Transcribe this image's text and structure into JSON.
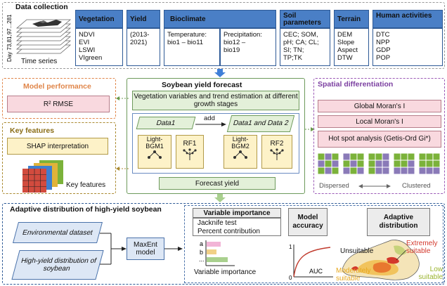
{
  "data_collection": {
    "title": "Data collection",
    "time_series_label": "Time series",
    "day_axis_label": "Day 73,81,97...281",
    "groups": [
      {
        "header": "Vegetation",
        "items": [
          "NDVI",
          "EVI",
          "LSWI",
          "VIgreen"
        ]
      },
      {
        "header": "Yield",
        "items": [
          "(2013-",
          "2021)"
        ]
      },
      {
        "header": "Bioclimate",
        "left_items": [
          "Temperature:",
          "bio1 – bio11"
        ],
        "right_items": [
          "Precipitation:",
          "bio12 –",
          "bio19"
        ]
      },
      {
        "header": "Soil parameters",
        "items": [
          "CEC; SOM,",
          "pH; CA; CL;",
          "SI; TN;",
          "TP;TK"
        ]
      },
      {
        "header": "Terrain",
        "items": [
          "DEM",
          "Slope",
          "Aspect",
          "DTW"
        ]
      },
      {
        "header": "Human activities",
        "items": [
          "DTC",
          "NPP",
          "GDP",
          "POP"
        ]
      }
    ]
  },
  "model_performance": {
    "title": "Model performance",
    "metrics": "R² RMSE"
  },
  "key_features": {
    "title": "Key features",
    "shap": "SHAP interpretation",
    "stack_label": "Key features"
  },
  "forecast": {
    "title": "Soybean yield forecast",
    "banner": "Vegetation variables and trend estimation at different growth stages",
    "data1": "Data1",
    "add": "add",
    "data12": "Data1 and Data 2",
    "model1": "Light-BGM1",
    "rf1": "RF1",
    "model2": "Light-BGM2",
    "rf2": "RF2",
    "output": "Forecast yield"
  },
  "spatial": {
    "title": "Spatial differentiation",
    "items": [
      "Global Moran's I",
      "Local Moran's I",
      "Hot spot analysis (Getis-Ord Gi*)"
    ],
    "dispersed": "Dispersed",
    "clustered": "Clustered"
  },
  "adaptive": {
    "title": "Adaptive distribution of high-yield soybean",
    "env": "Environmental dataset",
    "highyield": "High-yield distribution of soybean",
    "maxent": "MaxEnt model",
    "var_importance_title": "Variable importance",
    "jackknife": "Jacknife test",
    "percent": "Percent contribution",
    "bar_labels": [
      "a",
      "b",
      "..."
    ],
    "var_importance_axis": "Variable importance",
    "accuracy_title": "Model accuracy",
    "auc": "AUC",
    "auc_origin": "0",
    "auc_one": "1",
    "distribution_title": "Adaptive distribution",
    "unsuitable": "Unsuitable",
    "extremely": "Extremely suitable",
    "moderately": "Moderately suitable",
    "low": "Low suitable"
  },
  "colors": {
    "header_blue": "#4a7fc6",
    "pink": "#f9d9df",
    "cream": "#fdf2c8",
    "green": "#e3f0d9",
    "arrow_blue": "#3f7fd8",
    "arrow_green": "#a9d08e"
  }
}
